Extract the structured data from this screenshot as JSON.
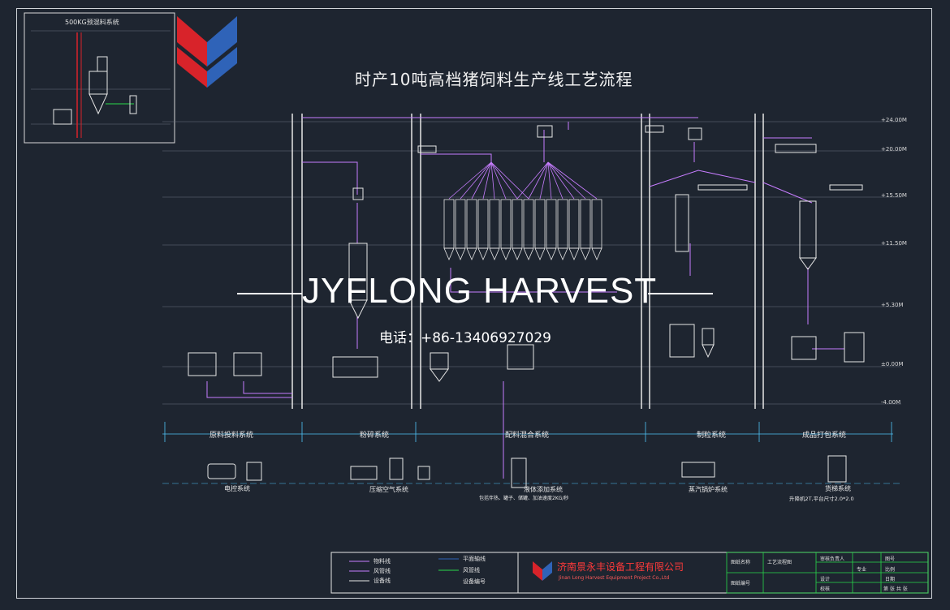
{
  "diagram": {
    "title": "时产10吨高档猪饲料生产线工艺流程",
    "watermark": "JYFLONG HARVEST",
    "phone": "电话：+86-13406927029",
    "inset_title": "500KG预混料系统",
    "levels": [
      "+24.00M",
      "+20.00M",
      "+15.50M",
      "+11.50M",
      "+5.30M",
      "±0.00M",
      "-4.00M"
    ],
    "sections": [
      "原料投料系统",
      "粉碎系统",
      "配料混合系统",
      "制粒系统",
      "成品打包系统"
    ],
    "aux_systems": [
      "电控系统",
      "压缩空气系统",
      "液体添加系统",
      "蒸汽锅炉系统",
      "货梯系统"
    ],
    "aux_notes": {
      "liquid": "包括伴热、罐子、储罐、加油速度2KG/秒",
      "lift": "升降机2T,平台尺寸2.0*2.0"
    },
    "colors": {
      "background": "#1e2530",
      "material_line": "#c77dff",
      "equipment": "#e6e6e6",
      "frame": "#cfd3d8",
      "title_block_grid": "#29d94a",
      "company_red": "#ff3a3a",
      "logo_red": "#d8232a",
      "logo_blue": "#2f63b8"
    },
    "legend": [
      {
        "label": "物料线",
        "color": "#c77dff"
      },
      {
        "label": "风管线",
        "color": "#c77dff"
      },
      {
        "label": "设备线",
        "color": "#e6e6e6"
      },
      {
        "label": "平面轴线",
        "color": "#2f63b8"
      },
      {
        "label": "风管线",
        "color": "#29d94a"
      },
      {
        "label": "设备编号",
        "color": "#e6e6e6"
      }
    ],
    "company": {
      "name": "济南景永丰设备工程有限公司",
      "name_en": "Jinan Long Harvest Equipment Project Co.,Ltd"
    },
    "title_block": {
      "drawing_name_label": "图纸名称",
      "drawing_name": "工艺流程图",
      "drawing_no_label": "图纸编号",
      "cells": [
        "审核负责人",
        "专业",
        "设计",
        "校核",
        "图号",
        "比例",
        "日期",
        "第 张 共 张"
      ]
    }
  }
}
